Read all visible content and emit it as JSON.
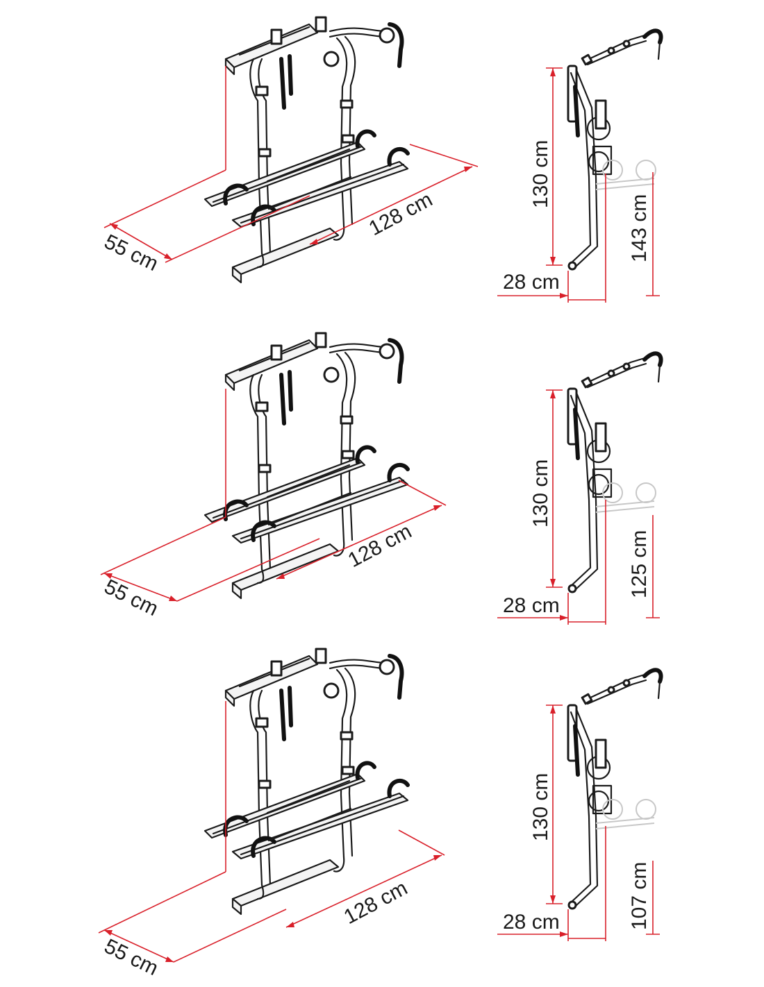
{
  "colors": {
    "dimension_line": "#d9202a",
    "drawing": "#1a1a1a",
    "ghost": "#c7c7c7"
  },
  "variants": [
    {
      "depth_label": "55 cm",
      "width_label": "128 cm",
      "height_label": "130 cm",
      "offset_label": "28 cm",
      "ground_height_label": "143 cm"
    },
    {
      "depth_label": "55 cm",
      "width_label": "128 cm",
      "height_label": "130 cm",
      "offset_label": "28 cm",
      "ground_height_label": "125 cm"
    },
    {
      "depth_label": "55 cm",
      "width_label": "128 cm",
      "height_label": "130 cm",
      "offset_label": "28 cm",
      "ground_height_label": "107 cm"
    }
  ]
}
